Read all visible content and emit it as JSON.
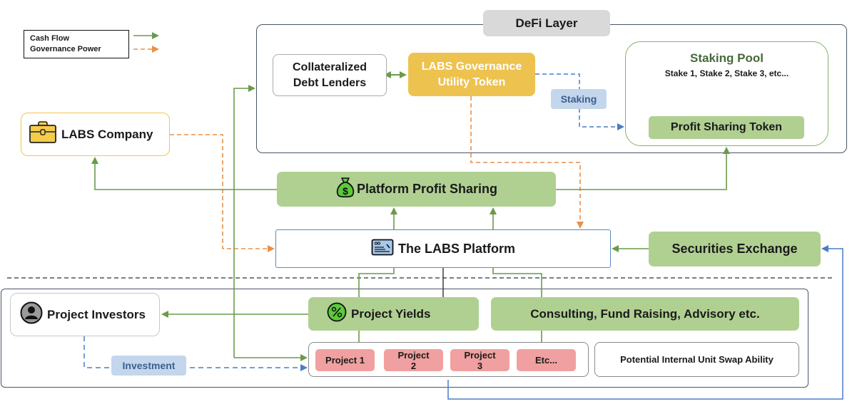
{
  "legend": {
    "items": [
      {
        "label": "Cash Flow",
        "style": "solid",
        "color": "#6a9a4a"
      },
      {
        "label": "Governance Power",
        "style": "dashed",
        "color": "#e8904a"
      }
    ]
  },
  "defi_layer": {
    "title": "DeFi Layer",
    "collateralized_lenders": {
      "line1": "Collateralized",
      "line2": "Debt Lenders"
    },
    "governance_token": {
      "line1": "LABS Governance",
      "line2": "Utility Token"
    },
    "staking_label": "Staking",
    "staking_pool": {
      "title": "Staking Pool",
      "subtitle": "Stake 1, Stake 2, Stake 3, etc...",
      "profit_sharing_token": "Profit Sharing Token"
    }
  },
  "labs_company": {
    "label": "LABS Company",
    "icon": "briefcase-icon"
  },
  "platform_profit_sharing": {
    "label": "Platform Profit Sharing",
    "icon": "money-bag-icon"
  },
  "labs_platform": {
    "label": "The LABS Platform",
    "icon": "dashboard-icon"
  },
  "securities_exchange": {
    "label": "Securities Exchange"
  },
  "bottom_layer": {
    "project_investors": {
      "label": "Project Investors",
      "icon": "user-avatar-icon"
    },
    "project_yields": {
      "label": "Project Yields",
      "icon": "percent-icon"
    },
    "services": {
      "label": "Consulting, Fund Raising, Advisory etc."
    },
    "investment_label": "Investment",
    "projects": [
      {
        "line1": "Project 1",
        "line2": ""
      },
      {
        "line1": "Project",
        "line2": "2"
      },
      {
        "line1": "Project",
        "line2": "3"
      },
      {
        "line1": "Etc...",
        "line2": ""
      }
    ],
    "swap_ability": "Potential Internal Unit Swap Ability"
  },
  "colors": {
    "cash_flow": "#6a9a4a",
    "governance": "#e8904a",
    "investment_flow": "#4a7cc9",
    "green_node": "#b0d092",
    "gold_node": "#edc24f",
    "project_node": "#f0a0a0",
    "frame": "#4a5566"
  }
}
